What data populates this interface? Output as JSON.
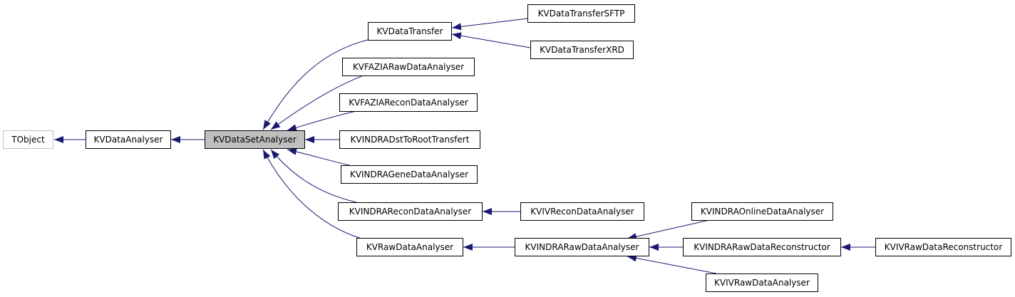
{
  "diagram": {
    "edge_color": "#191970",
    "selected_fill": "#bfbfbf",
    "nodes": {
      "tobject": "TObject",
      "kvdataanalyser": "KVDataAnalyser",
      "kvdatasetanalyser": "KVDataSetAnalyser",
      "kvdatatransfer": "KVDataTransfer",
      "kvdatatransfersftp": "KVDataTransferSFTP",
      "kvdatatransferxrd": "KVDataTransferXRD",
      "kvfaziarawdataanalyser": "KVFAZIARawDataAnalyser",
      "kvfaziarecondataanalyser": "KVFAZIAReconDataAnalyser",
      "kvindradsttoroottransfert": "KVINDRADstToRootTransfert",
      "kvindragenedataanalyser": "KVINDRAGeneDataAnalyser",
      "kvindrarecondataanalyser": "KVINDRAReconDataAnalyser",
      "kvivrecondataanalyser": "KVIVReconDataAnalyser",
      "kvrawdataanalyser": "KVRawDataAnalyser",
      "kvindrarawdataanalyser": "KVINDRARawDataAnalyser",
      "kvindraonlinedataanalyser": "KVINDRAOnlineDataAnalyser",
      "kvindrarawdatareconstructor": "KVINDRARawDataReconstructor",
      "kvivrawdatareconstructor": "KVIVRawDataReconstructor",
      "kvivrawdataanalyser": "KVIVRawDataAnalyser"
    }
  }
}
